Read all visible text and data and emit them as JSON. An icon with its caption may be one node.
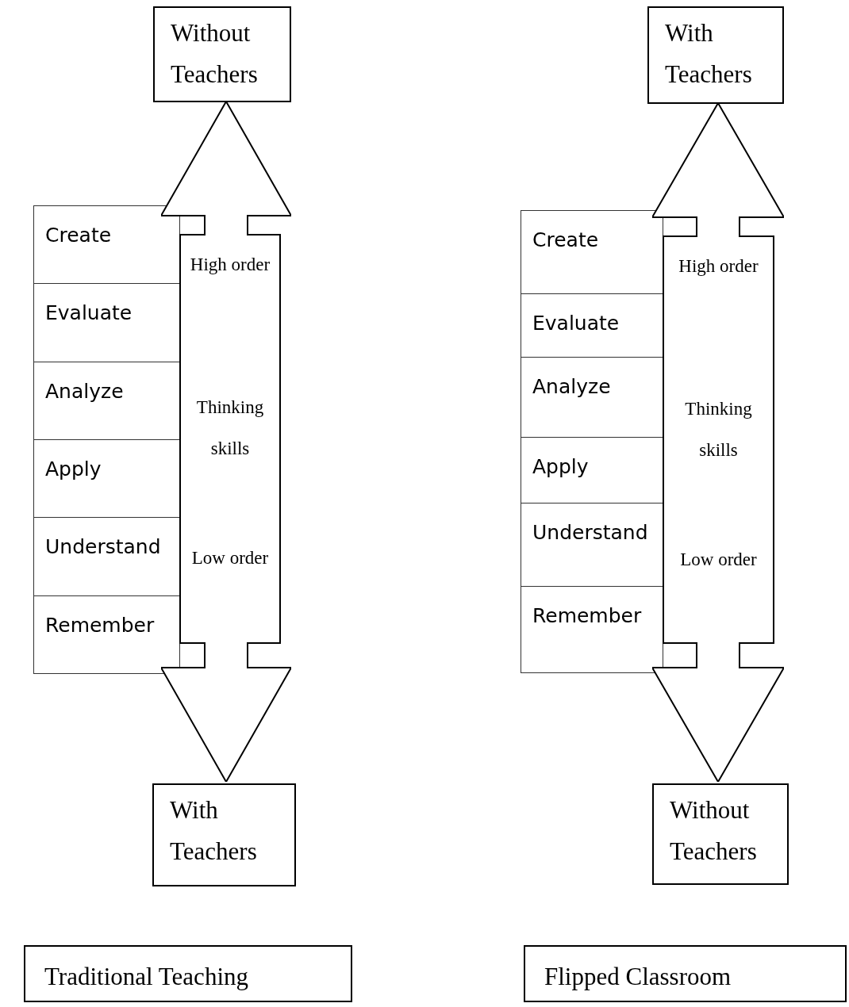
{
  "diagram": {
    "nodes": [
      {
        "text": [
          "Without Teachers"
        ]
      },
      {
        "text": [
          "Create"
        ]
      },
      {
        "text": [
          "Evaluate"
        ]
      },
      {
        "text": [
          "Analyze"
        ]
      },
      {
        "text": [
          "Apply"
        ]
      },
      {
        "text": [
          "Understand"
        ]
      },
      {
        "text": [
          "Remember"
        ]
      },
      {
        "text": [
          "High order",
          "Thinking skills",
          "Low order"
        ]
      },
      {
        "text": [
          "With Teachers"
        ]
      },
      {
        "text": [
          "Traditional Teaching"
        ]
      },
      {
        "text": [
          "With Teachers"
        ]
      },
      {
        "text": [
          "Create"
        ]
      },
      {
        "text": [
          "Evaluate"
        ]
      },
      {
        "text": [
          "Analyze"
        ]
      },
      {
        "text": [
          "Apply"
        ]
      },
      {
        "text": [
          "Understand"
        ]
      },
      {
        "text": [
          "Remember"
        ]
      },
      {
        "text": [
          "High order",
          "Thinking skills",
          "Low order"
        ]
      },
      {
        "text": [
          "Without Teachers"
        ]
      },
      {
        "text": [
          "Flipped Classroom"
        ]
      }
    ],
    "edges": []
  }
}
